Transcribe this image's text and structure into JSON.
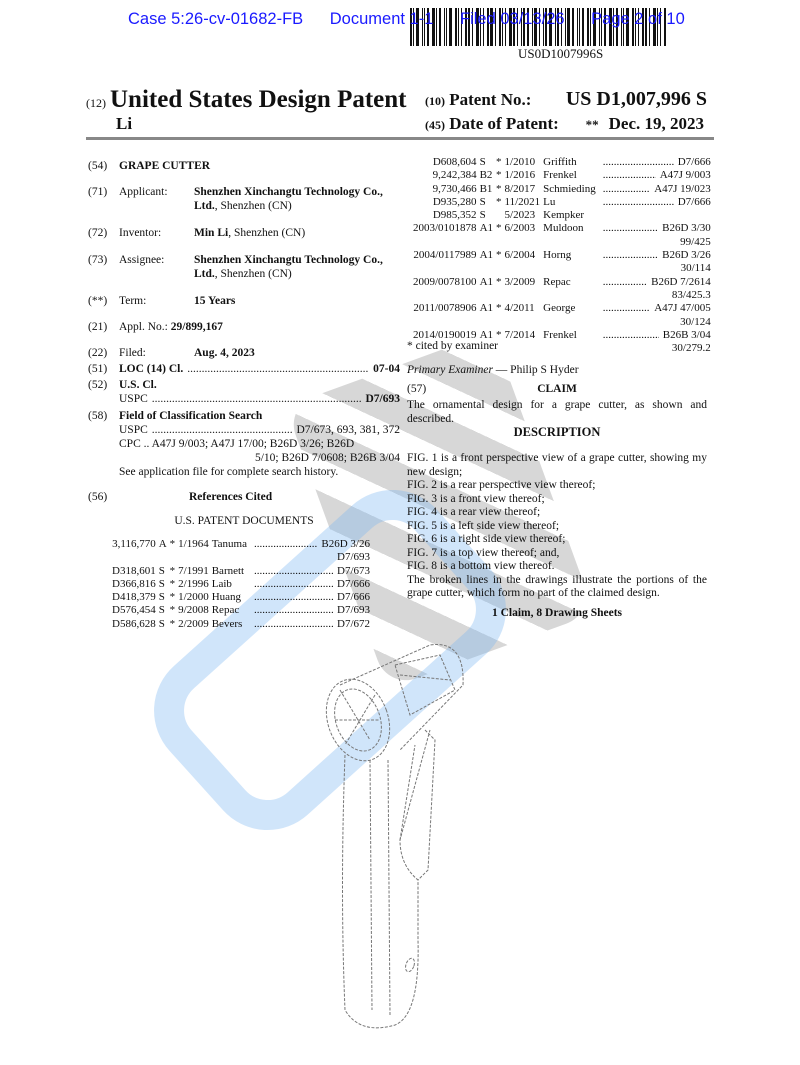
{
  "header": {
    "case": "Case 5:26-cv-01682-FB",
    "document": "Document 1-1",
    "filed": "Filed 03/13/26",
    "page": "Page 2 of 10"
  },
  "barcode_number": "US0D1007996S",
  "title": {
    "code": "(12)",
    "text": "United States Design Patent",
    "inventor_surname": "Li"
  },
  "patent_no": {
    "code": "(10)",
    "label": "Patent No.:",
    "value": "US D1,007,996 S"
  },
  "date_of_patent": {
    "code": "(45)",
    "label": "Date of Patent:",
    "marker": "**",
    "value": "Dec. 19, 2023"
  },
  "fields": {
    "title": {
      "code": "(54)",
      "value": "GRAPE CUTTER"
    },
    "applicant": {
      "code": "(71)",
      "label": "Applicant:",
      "name": "Shenzhen Xinchangtu Technology Co.,",
      "name2": "Ltd.",
      "loc": ", Shenzhen (CN)"
    },
    "inventor": {
      "code": "(72)",
      "label": "Inventor:",
      "name": "Min Li",
      "loc": ", Shenzhen (CN)"
    },
    "assignee": {
      "code": "(73)",
      "label": "Assignee:",
      "name": "Shenzhen Xinchangtu Technology Co.,",
      "name2": "Ltd.",
      "loc": ", Shenzhen (CN)"
    },
    "term": {
      "code": "(**)",
      "label": "Term:",
      "value": "15 Years"
    },
    "appl_no": {
      "code": "(21)",
      "label": "Appl. No.:",
      "value": "29/899,167"
    },
    "filed": {
      "code": "(22)",
      "label": "Filed:",
      "value": "Aug. 4, 2023"
    },
    "loc": {
      "code": "(51)",
      "label": "LOC (14) Cl.",
      "value": "07-04"
    },
    "us_cl": {
      "code": "(52)",
      "label": "U.S. Cl.",
      "sub": "USPC",
      "value": "D7/693"
    },
    "search": {
      "code": "(58)",
      "label": "Field of Classification Search",
      "uspc_label": "USPC",
      "uspc": "D7/673, 693, 381, 372",
      "cpc_line1": "CPC .. A47J 9/003; A47J 17/00; B26D 3/26; B26D",
      "cpc_line2": "5/10; B26D 7/0608; B26B 3/04",
      "note": "See application file for complete search history."
    }
  },
  "references": {
    "code": "(56)",
    "title": "References Cited",
    "subtitle": "U.S. PATENT DOCUMENTS",
    "left": [
      [
        "3,116,770",
        "A",
        "*",
        "1/1964",
        "Tanuma",
        "B26D 3/26",
        "D7/693"
      ],
      [
        "D318,601",
        "S",
        "*",
        "7/1991",
        "Barnett",
        "D7/673",
        ""
      ],
      [
        "D366,816",
        "S",
        "*",
        "2/1996",
        "Laib",
        "D7/666",
        ""
      ],
      [
        "D418,379",
        "S",
        "*",
        "1/2000",
        "Huang",
        "D7/666",
        ""
      ],
      [
        "D576,454",
        "S",
        "*",
        "9/2008",
        "Repac",
        "D7/693",
        ""
      ],
      [
        "D586,628",
        "S",
        "*",
        "2/2009",
        "Bevers",
        "D7/672",
        ""
      ]
    ],
    "right": [
      [
        "D608,604",
        "S",
        "*",
        "1/2010",
        "Griffith",
        "D7/666",
        ""
      ],
      [
        "9,242,384",
        "B2",
        "*",
        "1/2016",
        "Frenkel",
        "A47J 9/003",
        ""
      ],
      [
        "9,730,466",
        "B1",
        "*",
        "8/2017",
        "Schmieding",
        "A47J 19/023",
        ""
      ],
      [
        "D935,280",
        "S",
        "*",
        "11/2021",
        "Lu",
        "D7/666",
        ""
      ],
      [
        "D985,352",
        "S",
        "",
        "5/2023",
        "Kempker",
        "",
        ""
      ],
      [
        "2003/0101878",
        "A1",
        "*",
        "6/2003",
        "Muldoon",
        "B26D 3/30",
        "99/425"
      ],
      [
        "2004/0117989",
        "A1",
        "*",
        "6/2004",
        "Horng",
        "B26D 3/26",
        "30/114"
      ],
      [
        "2009/0078100",
        "A1",
        "*",
        "3/2009",
        "Repac",
        "B26D 7/2614",
        "83/425.3"
      ],
      [
        "2011/0078906",
        "A1",
        "*",
        "4/2011",
        "George",
        "A47J 47/005",
        "30/124"
      ],
      [
        "2014/0190019",
        "A1",
        "*",
        "7/2014",
        "Frenkel",
        "B26B 3/04",
        "30/279.2"
      ]
    ],
    "cited_note": "* cited by examiner"
  },
  "examiner": {
    "label": "Primary Examiner",
    "name": "— Philip S Hyder"
  },
  "claim": {
    "code": "(57)",
    "heading": "CLAIM",
    "text": "The ornamental design for a grape cutter, as shown and described."
  },
  "description": {
    "heading": "DESCRIPTION",
    "lines": [
      "FIG. 1 is a front perspective view of a grape cutter, showing my new design;",
      "FIG. 2 is a rear perspective view thereof;",
      "FIG. 3 is a front view thereof;",
      "FIG. 4 is a rear view thereof;",
      "FIG. 5 is a left side view thereof;",
      "FIG. 6 is a right side view thereof;",
      "FIG. 7 is a top view thereof; and,",
      "FIG. 8 is a bottom view thereof.",
      "The broken lines in the drawings illustrate the portions of the grape cutter, which form no part of the claimed design."
    ],
    "summary": "1 Claim, 8 Drawing Sheets"
  }
}
